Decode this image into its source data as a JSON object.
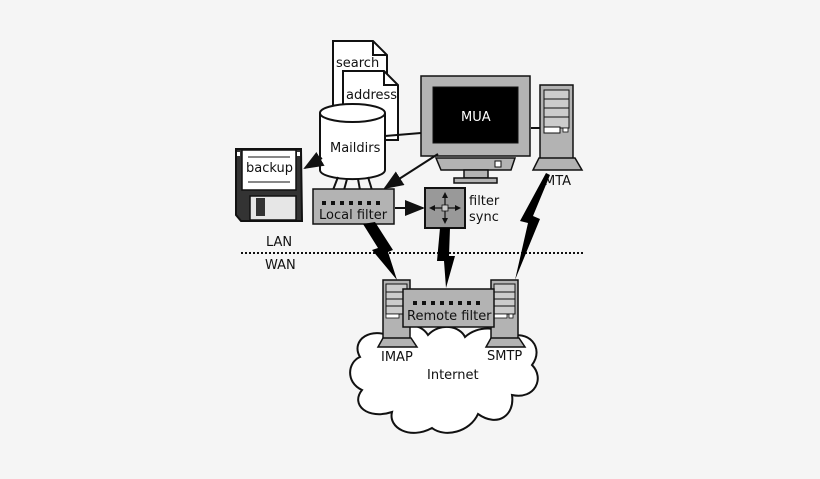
{
  "labels": {
    "search": "search",
    "address": "address",
    "maildirs": "Maildirs",
    "mua": "MUA",
    "mta": "MTA",
    "backup": "backup",
    "local_filter": "Local filter",
    "filter_sync_line1": "filter",
    "filter_sync_line2": "sync",
    "lan": "LAN",
    "wan": "WAN",
    "remote_filter": "Remote filter",
    "imap": "IMAP",
    "smtp": "SMTP",
    "internet": "Internet"
  },
  "colors": {
    "background": "#f5f5f5",
    "box_fill": "#b3b3b3",
    "dark_fill": "#999999",
    "screen": "#000000",
    "stroke": "#111111",
    "white": "#ffffff"
  }
}
